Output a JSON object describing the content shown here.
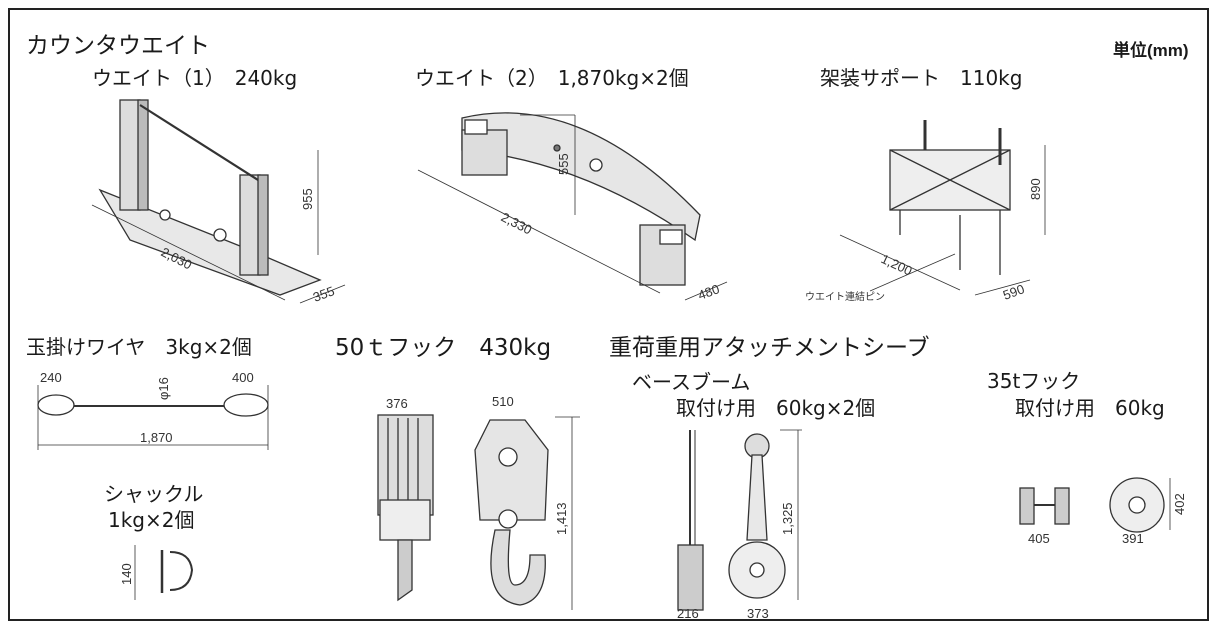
{
  "header": {
    "title": "カウンタウエイト",
    "unit": "単位(mm)"
  },
  "items": {
    "weight1": {
      "label": "ウエイト（1）　240kg",
      "dims": {
        "length": "2,030",
        "height": "955",
        "width": "355"
      }
    },
    "weight2": {
      "label": "ウエイト（2）　1,870kg×2個",
      "dims": {
        "length": "2,330",
        "height": "555",
        "width": "480"
      }
    },
    "support": {
      "label": "架装サポート　110kg",
      "dims": {
        "length": "1,200",
        "height": "890",
        "width": "590"
      },
      "callout": "ウエイト連結ピン"
    },
    "wire": {
      "label": "玉掛けワイヤ　3kg×2個",
      "dims": {
        "left": "240",
        "right": "400",
        "dia": "φ16",
        "total": "1,870"
      }
    },
    "shackle": {
      "label1": "シャックル",
      "label2": "1kg×2個",
      "dims": {
        "height": "140"
      }
    },
    "hook50": {
      "label": "50ｔフック　430kg",
      "dims": {
        "front_width": "376",
        "side_width": "510",
        "height": "1,413"
      }
    },
    "sheave": {
      "label1": "重荷重用アタッチメントシーブ",
      "label2": "ベースブーム",
      "label3": "取付け用　60kg×2個",
      "dims": {
        "side_width": "216",
        "front_width": "373",
        "height": "1,325"
      }
    },
    "hook35": {
      "label1": "35tフック",
      "label2": "取付け用　60kg",
      "dims": {
        "side_width": "405",
        "front_width": "391",
        "height": "402"
      }
    }
  }
}
